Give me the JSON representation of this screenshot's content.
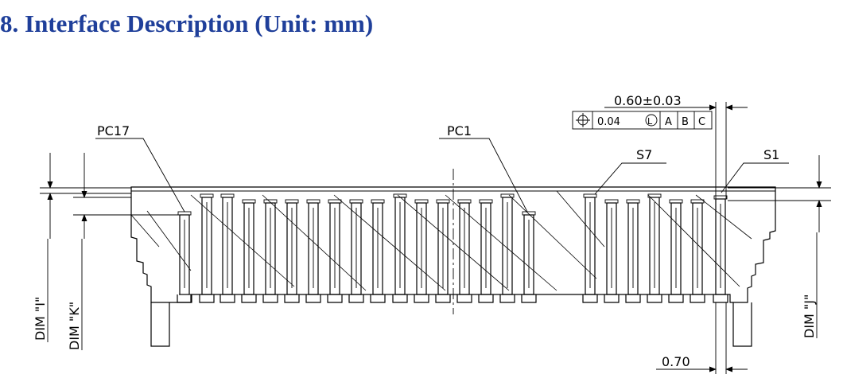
{
  "heading": "8. Interface Description (Unit: mm)",
  "labels": {
    "pc17": "PC17",
    "pc1": "PC1",
    "s7": "S7",
    "s1": "S1"
  },
  "dimensions": {
    "pitch": "0.60±0.03",
    "width": "0.70",
    "dim_i": "DIM \"I\"",
    "dim_k": "DIM \"K\"",
    "dim_j": "DIM \"J\""
  },
  "tolerance_frame": {
    "symbol": "position-icon",
    "value": "0.04",
    "modifier": "L",
    "datums": [
      "A",
      "B",
      "C"
    ]
  }
}
